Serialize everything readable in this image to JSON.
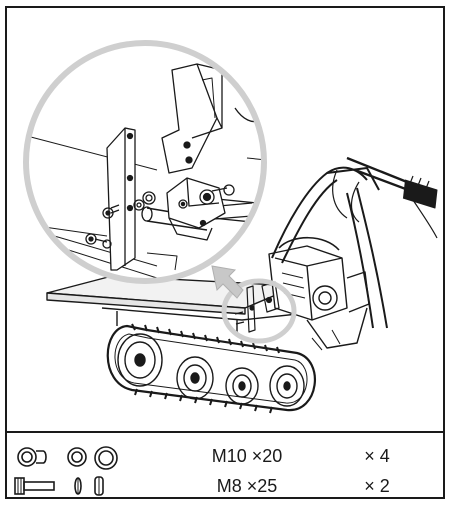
{
  "fasteners": [
    {
      "spec": "M10 ×20",
      "qty": "× 4",
      "icons": [
        "bolt-head-end-icon",
        "washer-icon",
        "flat-washer-icon"
      ]
    },
    {
      "spec": "M8 ×25",
      "qty": "× 2",
      "icons": [
        "bolt-side-icon",
        "lock-washer-icon",
        "nut-side-icon"
      ]
    }
  ],
  "colors": {
    "line": "#1a1a1a",
    "arrow": "#c8c8c8",
    "circle": "#cfcfcf"
  }
}
